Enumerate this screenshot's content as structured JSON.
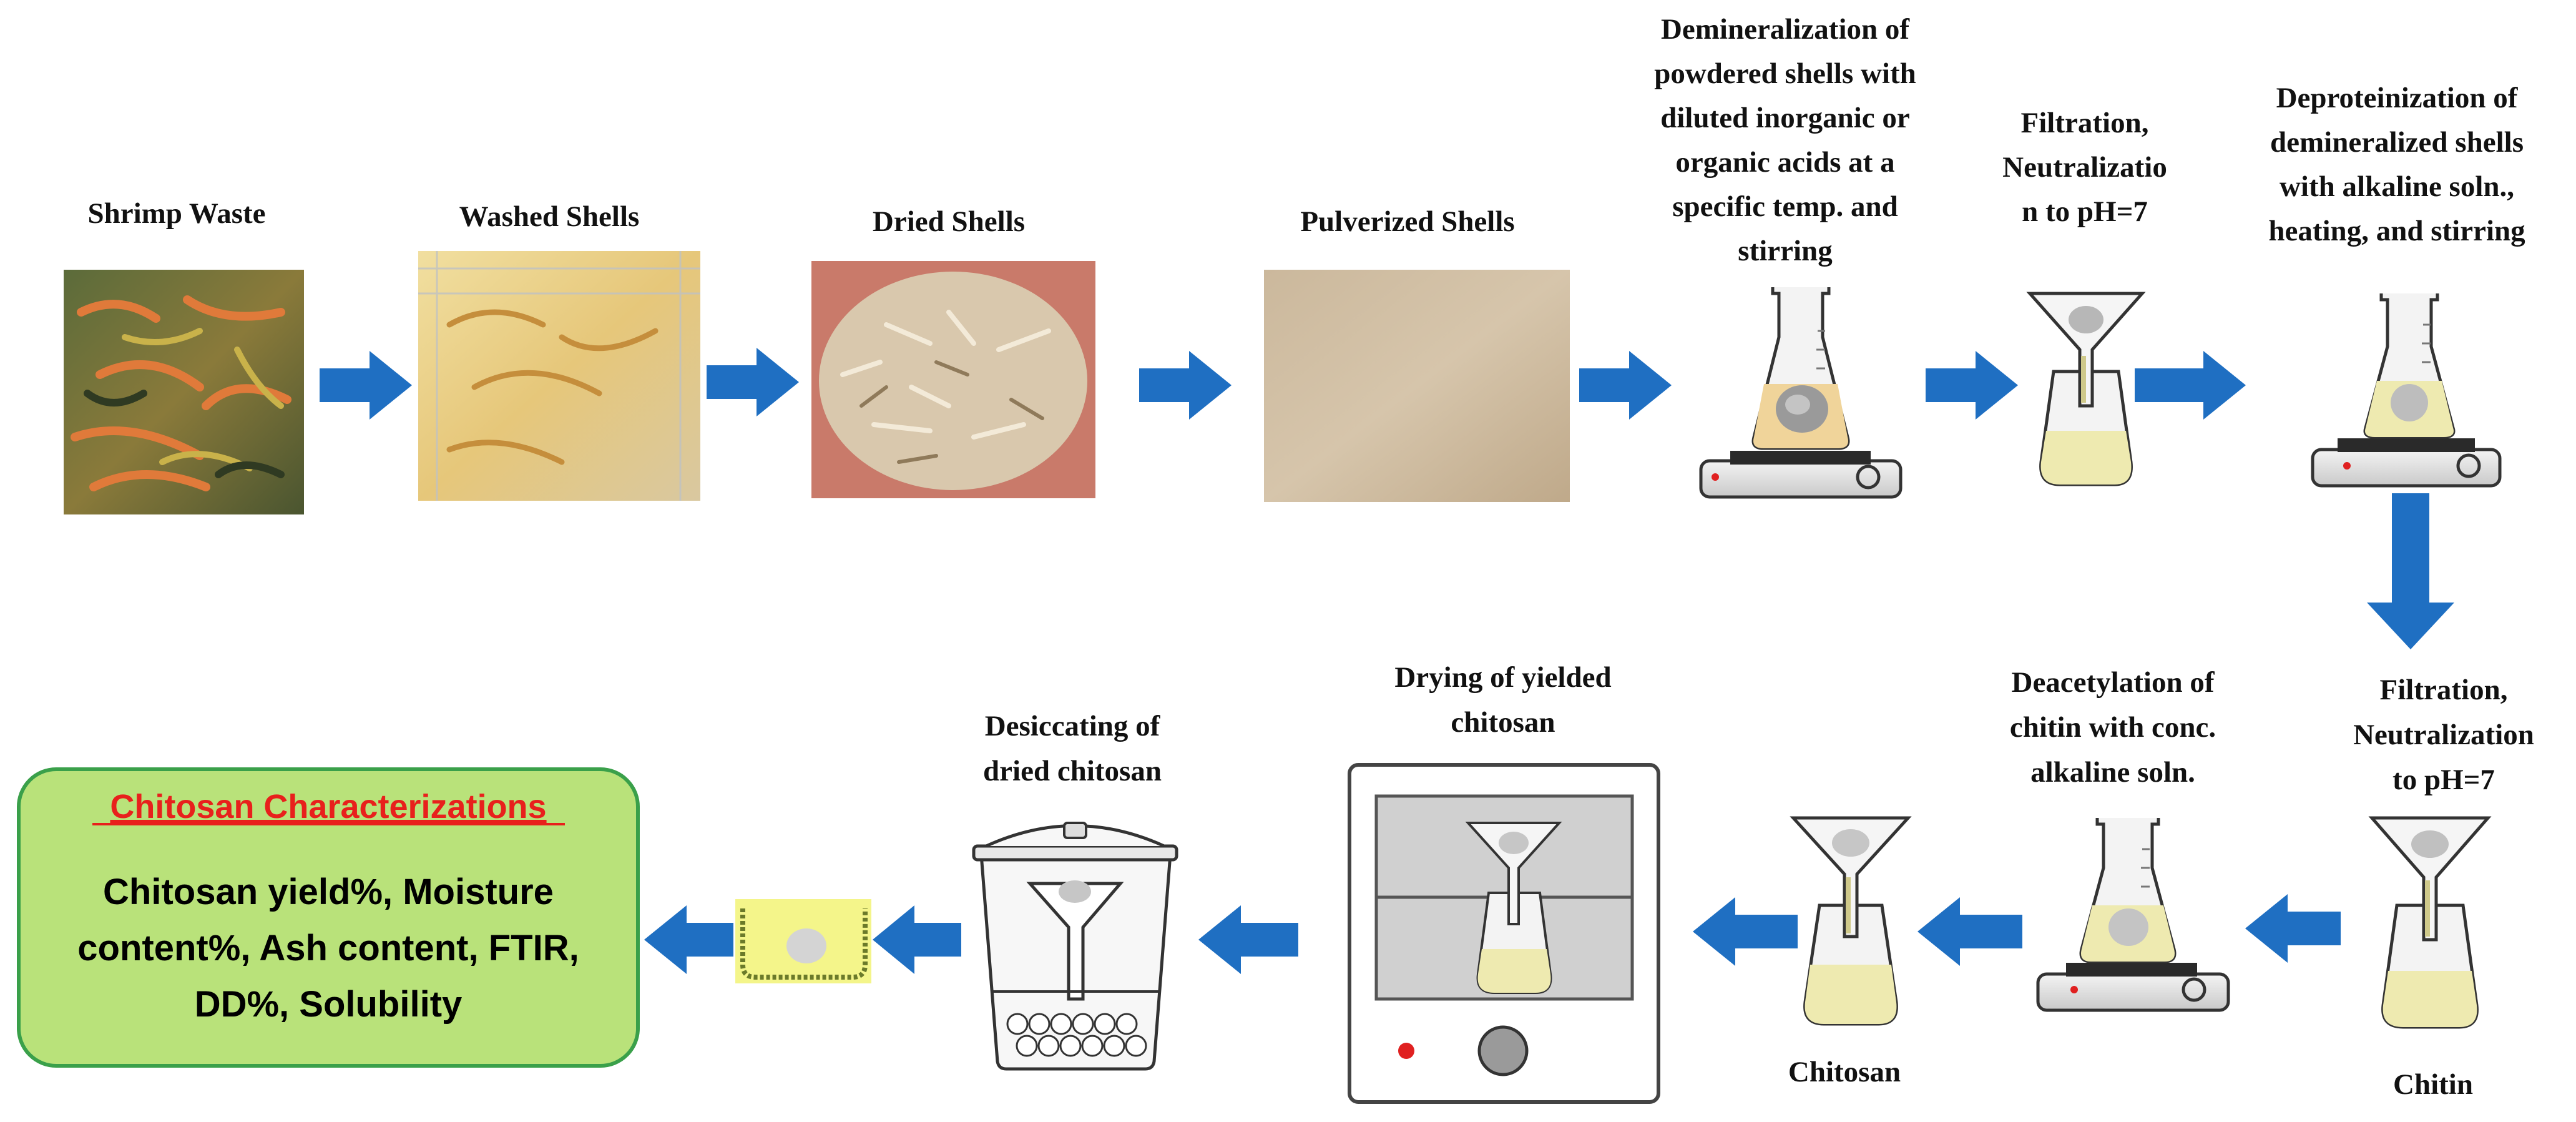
{
  "colors": {
    "arrow": "#1f6fc2",
    "liquid": "#eeeab0",
    "liquid_orange": "#f0d49a",
    "card_fill": "#b9e27a",
    "card_border": "#3aa04a",
    "card_title": "#e8201c"
  },
  "top_row": {
    "shrimp_waste": "Shrimp Waste",
    "washed_shells": "Washed Shells",
    "dried_shells": "Dried Shells",
    "pulverized_shells": "Pulverized Shells",
    "demineralization": [
      "Demineralization of",
      "powdered shells with",
      "diluted inorganic or",
      "organic acids at a",
      "specific temp. and",
      "stirring"
    ],
    "filtration_1": [
      "Filtration,",
      "Neutralizatio",
      "n to pH=7"
    ],
    "deproteinization": [
      "Deproteinization of",
      "demineralized shells",
      "with alkaline soln.,",
      "heating, and stirring"
    ]
  },
  "bottom_row": {
    "filtration_2": [
      "Filtration,",
      "Neutralization",
      "to pH=7"
    ],
    "chitin": "Chitin",
    "deacetylation": [
      "Deacetylation of",
      "chitin with conc.",
      "alkaline soln."
    ],
    "chitosan": "Chitosan",
    "drying": [
      "Drying of yielded",
      "chitosan"
    ],
    "desiccating": [
      "Desiccating of",
      "dried chitosan"
    ]
  },
  "card": {
    "title": "Chitosan Characterizations",
    "body": [
      "Chitosan yield%, Moisture",
      "content%, Ash content, FTIR,",
      "DD%, Solubility"
    ]
  }
}
